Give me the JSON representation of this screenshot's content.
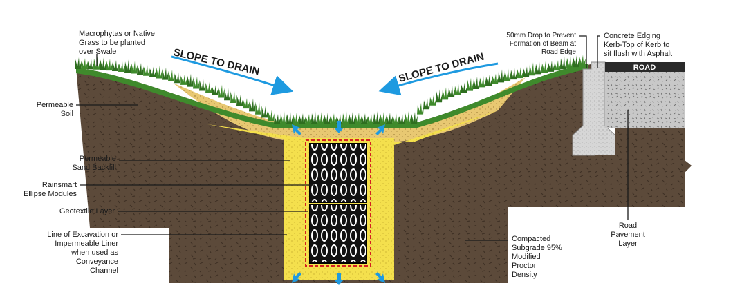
{
  "labels": {
    "macrophytes": [
      "Macrophytas or Native",
      "Grass to be planted",
      "over Swale"
    ],
    "drop": [
      "50mm Drop to Prevent",
      "Formation of Beam at",
      "Road Edge"
    ],
    "kerb": [
      "Concrete Edging",
      "Kerb-Top of Kerb to",
      "sit flush with Asphalt"
    ],
    "permeable_soil": [
      "Permeable",
      "Soil"
    ],
    "sand_backfill": [
      "Permeable",
      "Sand Backfill"
    ],
    "ellipse_modules": [
      "Rainsmart",
      "Ellipse Modules"
    ],
    "geotextile": [
      "Geotextile Layer"
    ],
    "excavation": [
      "Line of Excavation or",
      "Impermeable Liner",
      "when used as",
      "Conveyance",
      "Channel"
    ],
    "subgrade": [
      "Compacted",
      "Subgrade 95%",
      "Modified",
      "Proctor",
      "Density"
    ],
    "pavement": [
      "Road",
      "Pavement",
      "Layer"
    ]
  },
  "slope_left": "SLOPE TO DRAIN",
  "slope_right": "SLOPE TO DRAIN",
  "road": "ROAD",
  "colors": {
    "soil": "#5c4a3a",
    "sand_soil": "#e8c872",
    "sand_backfill": "#f4e04d",
    "grass": "#3f8a2c",
    "arrow": "#1e9ae0",
    "concrete": "#d6d6d6",
    "pavement": "#c8c8c8",
    "road": "#2a2a2a",
    "liner": "#d42020"
  }
}
